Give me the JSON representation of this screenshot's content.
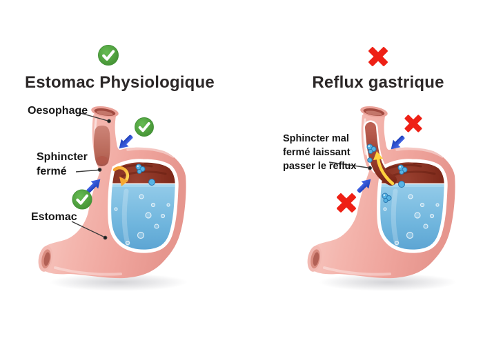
{
  "panels": {
    "left": {
      "title": "Estomac Physiologique",
      "status": "ok",
      "labels": {
        "oesophage": "Oesophage",
        "sphincter": "Sphincter fermé",
        "estomac": "Estomac"
      }
    },
    "right": {
      "title": "Reflux gastrique",
      "status": "error",
      "labels": {
        "sphincter": "Sphincter mal fermé laissant passer le reflux"
      }
    }
  },
  "icons": {
    "ok": "check-circle",
    "error": "cross-mark",
    "food_direction": "blue-arrow",
    "closed_sphincter": "yellow-loop-arrow",
    "reflux_flow": "yellow-up-arrow"
  },
  "colors": {
    "check_green": "#4a9c38",
    "cross_red": "#ee2015",
    "arrow_blue": "#2446cc",
    "reflux_yellow": "#ffd23e",
    "stomach_wall_pink": "#f3b4ac",
    "stomach_interior_maroon": "#7d2819",
    "liquid_blue": "#6fb5dd",
    "title_text": "#2b2727",
    "label_text": "#161616"
  }
}
